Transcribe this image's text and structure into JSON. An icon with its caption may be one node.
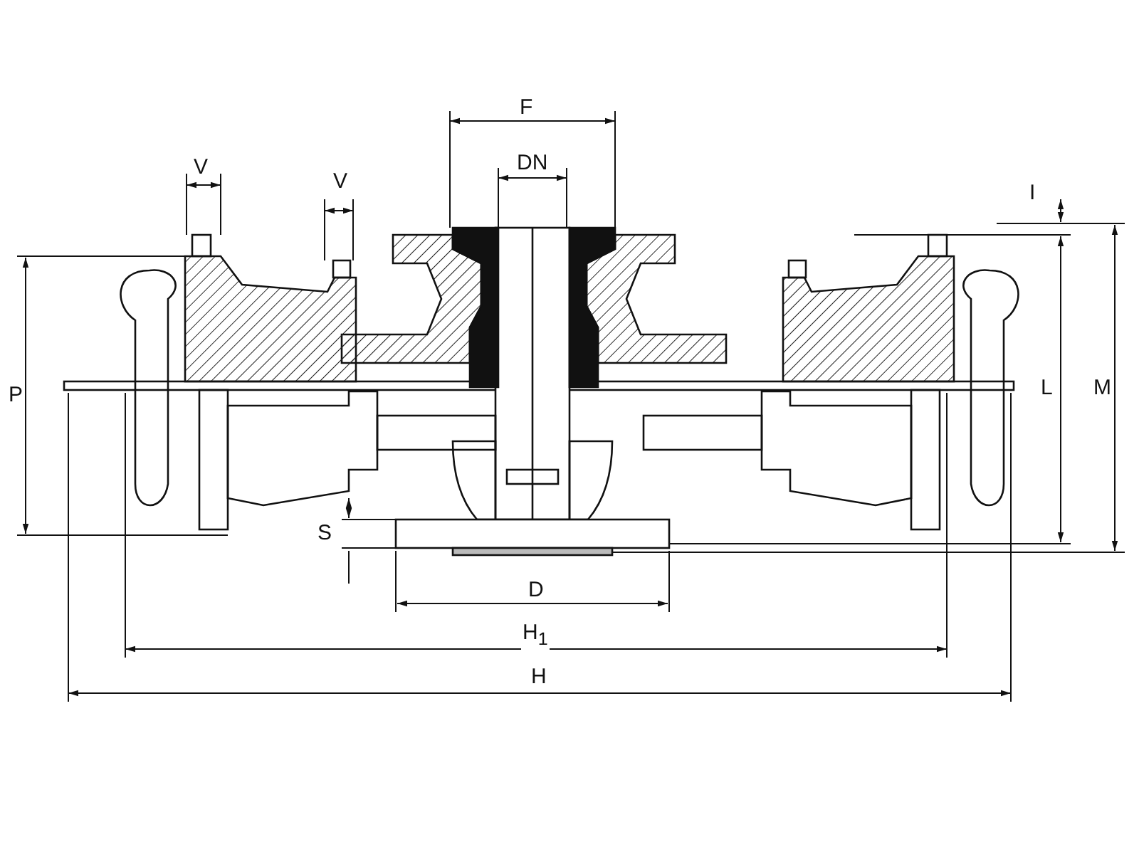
{
  "diagram": {
    "labels": [
      "F",
      "DN",
      "V",
      "V",
      "I",
      "P",
      "L",
      "M",
      "S",
      "D",
      "H$_{1}$",
      "H"
    ]
  }
}
